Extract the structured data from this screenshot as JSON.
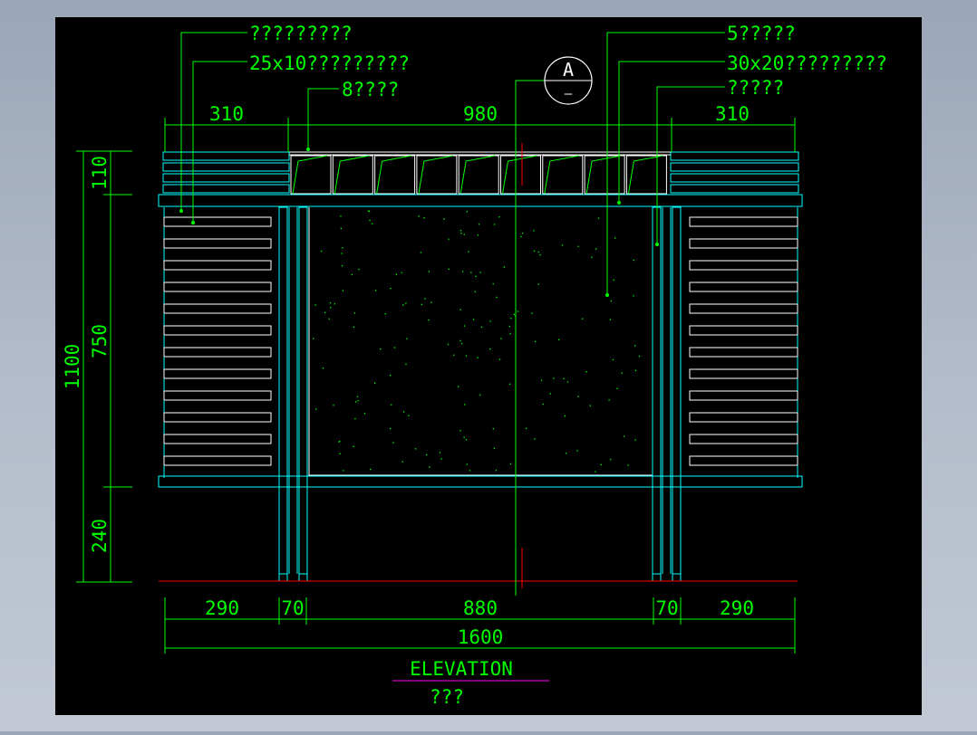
{
  "colors": {
    "background": "#000000",
    "frame": "#9aa6b8",
    "dimension": "#00ff00",
    "outline": "#00ffff",
    "white": "#ffffff",
    "ground": "#ff0000",
    "underline": "#ff00ff"
  },
  "labels": {
    "callout_1": "?????????",
    "callout_2": "25x10?????????",
    "callout_3": "8????",
    "callout_4": "5?????",
    "callout_5": "30x20?????????",
    "callout_6": "?????"
  },
  "section_marker": {
    "letter": "A",
    "sub": "—"
  },
  "dimensions": {
    "top": [
      "310",
      "980",
      "310"
    ],
    "left": [
      "110",
      "750",
      "240"
    ],
    "left_total": "1100",
    "bottom": [
      "290",
      "70",
      "880",
      "70",
      "290"
    ],
    "bottom_total": "1600"
  },
  "title": {
    "main": "ELEVATION",
    "sub": "???"
  }
}
